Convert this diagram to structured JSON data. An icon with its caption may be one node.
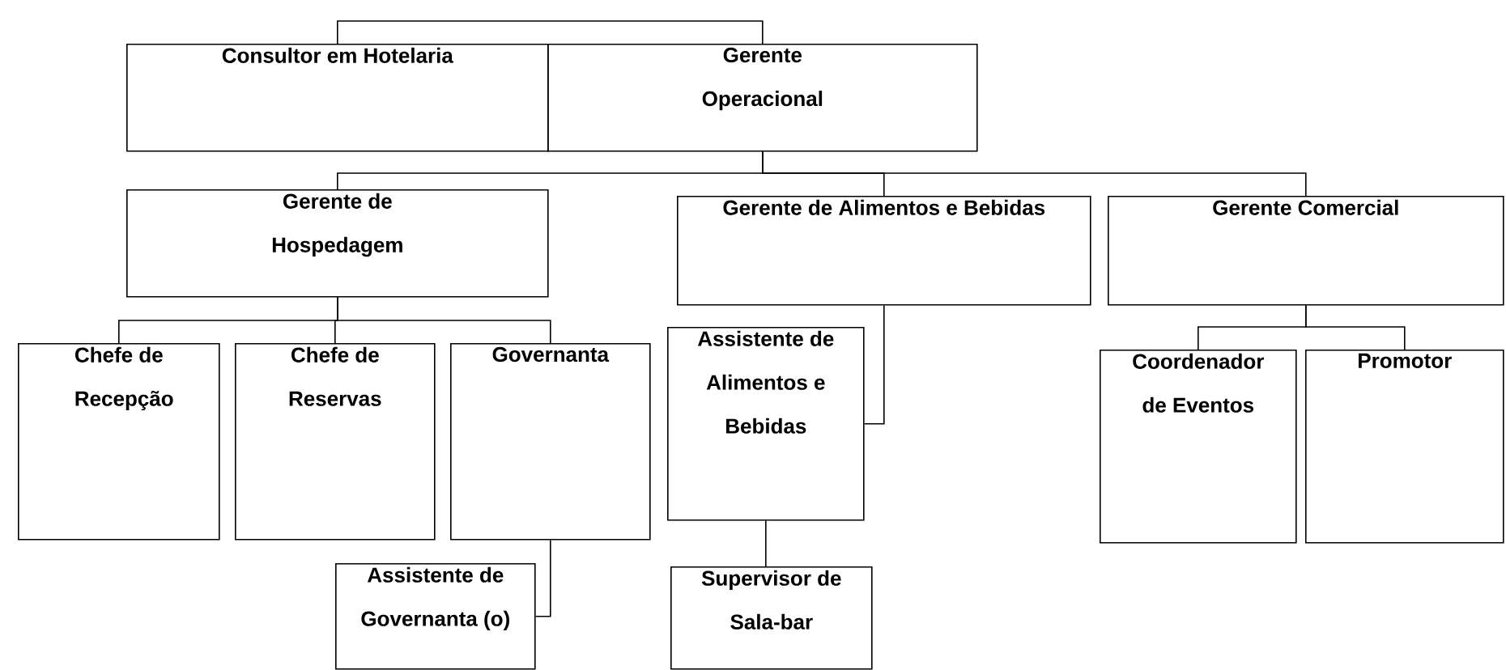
{
  "diagram": {
    "nodes": [
      {
        "text": [
          "Consultor em Hotelaria"
        ]
      },
      {
        "text": [
          "Gerente Operacional"
        ]
      },
      {
        "text": [
          "Gerente de Hospedagem"
        ]
      },
      {
        "text": [
          "Gerente de Alimentos e Bebidas"
        ]
      },
      {
        "text": [
          "Gerente Comercial"
        ]
      },
      {
        "text": [
          "Chefe de Recepção"
        ]
      },
      {
        "text": [
          "Chefe de Reservas"
        ]
      },
      {
        "text": [
          "Governanta"
        ]
      },
      {
        "text": [
          "Assistente de Governanta (o)"
        ]
      },
      {
        "text": [
          "Assistente de Alimentos e Bebidas"
        ]
      },
      {
        "text": [
          "Supervisor de Sala-bar"
        ]
      },
      {
        "text": [
          "Coordenador de Eventos"
        ]
      },
      {
        "text": [
          "Promotor"
        ]
      }
    ],
    "edges": [
      {
        "from": 0,
        "to": 1,
        "arrow": "none"
      },
      {
        "from": 1,
        "to": 2,
        "arrow": "none"
      },
      {
        "from": 1,
        "to": 3,
        "arrow": "none"
      },
      {
        "from": 1,
        "to": 4,
        "arrow": "none"
      },
      {
        "from": 2,
        "to": 5,
        "arrow": "none"
      },
      {
        "from": 2,
        "to": 6,
        "arrow": "none"
      },
      {
        "from": 2,
        "to": 7,
        "arrow": "none"
      },
      {
        "from": 7,
        "to": 8,
        "arrow": "none"
      },
      {
        "from": 3,
        "to": 9,
        "arrow": "none"
      },
      {
        "from": 9,
        "to": 10,
        "arrow": "none"
      },
      {
        "from": 4,
        "to": 11,
        "arrow": "none"
      },
      {
        "from": 4,
        "to": 12,
        "arrow": "none"
      }
    ]
  }
}
